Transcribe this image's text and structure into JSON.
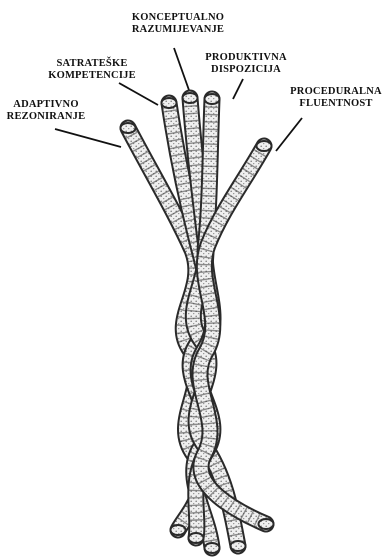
{
  "strands": [
    {
      "id": "adaptive",
      "lines": [
        "ADAPTIVNO",
        "REZONIRANJE"
      ]
    },
    {
      "id": "strategic",
      "lines": [
        "SATRATEŠKE",
        "KOMPETENCIJE"
      ]
    },
    {
      "id": "conceptual",
      "lines": [
        "KONCEPTUALNO",
        "RAZUMIJEVANJE"
      ]
    },
    {
      "id": "productive",
      "lines": [
        "PRODUKTIVNA",
        "DISPOZICIJA"
      ]
    },
    {
      "id": "procedural",
      "lines": [
        "PROCEDURALNA",
        "FLUENTNOST"
      ]
    }
  ],
  "colors": {
    "ink": "#111111",
    "rope_fill": "#eeeeee",
    "rope_edge": "#2a2a2a",
    "rope_dots": "#777777"
  }
}
